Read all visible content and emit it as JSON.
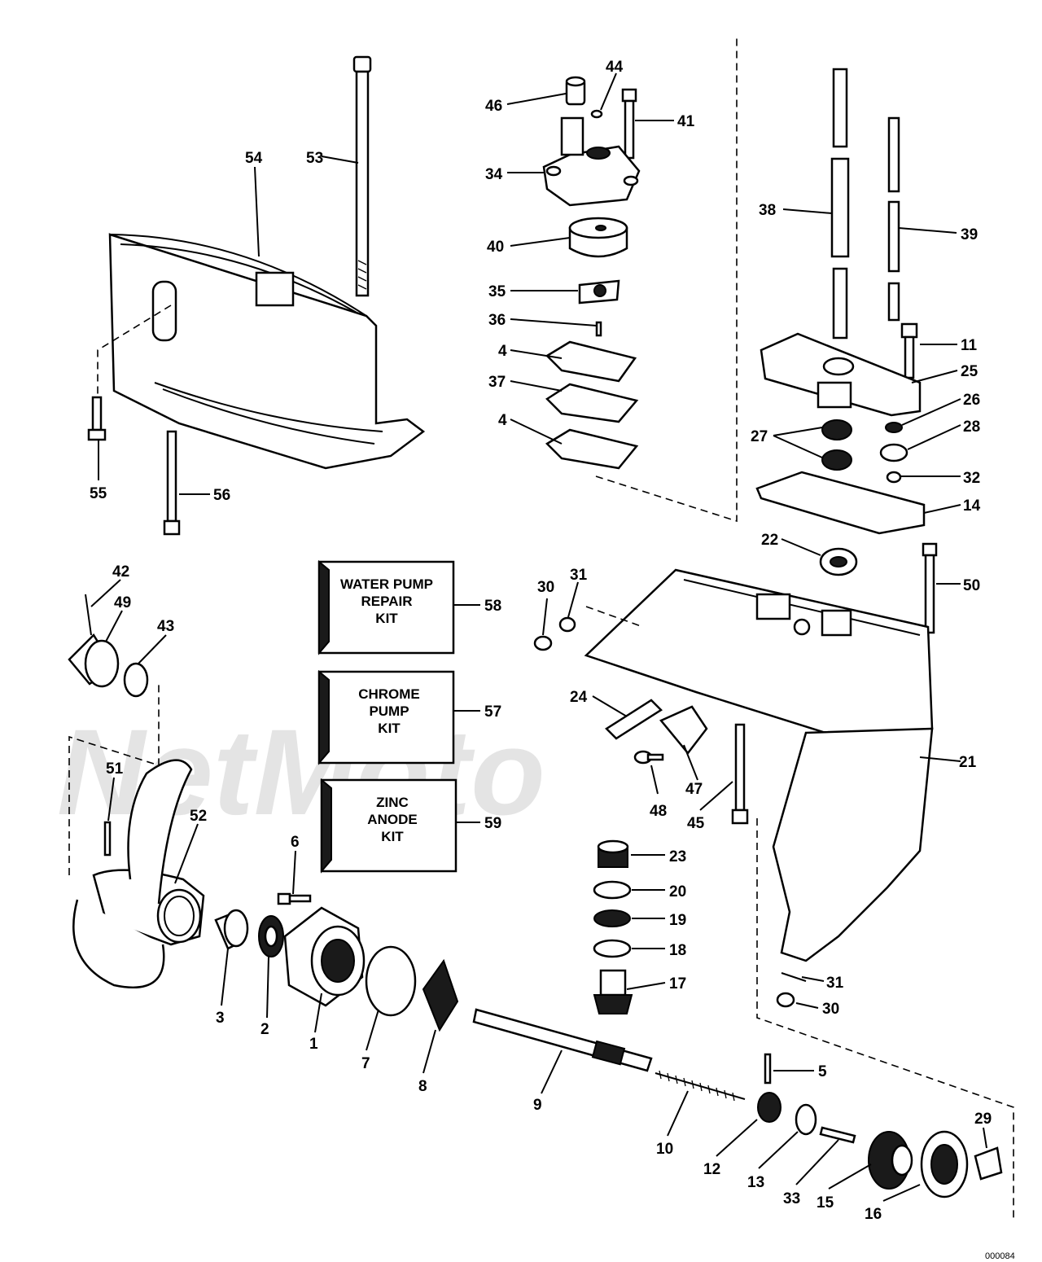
{
  "diagram": {
    "watermark": "NetMoto",
    "footer_code": "000084",
    "kits": [
      {
        "id": "58",
        "lines": [
          "WATER PUMP",
          "REPAIR",
          "KIT"
        ]
      },
      {
        "id": "57",
        "lines": [
          "CHROME",
          "PUMP",
          "KIT"
        ]
      },
      {
        "id": "59",
        "lines": [
          "ZINC",
          "ANODE",
          "KIT"
        ]
      }
    ],
    "part_labels": [
      "1",
      "2",
      "3",
      "4",
      "4",
      "5",
      "6",
      "7",
      "8",
      "9",
      "10",
      "11",
      "12",
      "13",
      "14",
      "15",
      "16",
      "17",
      "18",
      "19",
      "20",
      "21",
      "22",
      "23",
      "24",
      "25",
      "26",
      "27",
      "28",
      "29",
      "30",
      "30",
      "31",
      "31",
      "32",
      "33",
      "34",
      "35",
      "36",
      "37",
      "38",
      "39",
      "40",
      "41",
      "42",
      "43",
      "44",
      "45",
      "46",
      "47",
      "48",
      "49",
      "50",
      "51",
      "52",
      "53",
      "54",
      "55",
      "56"
    ]
  }
}
